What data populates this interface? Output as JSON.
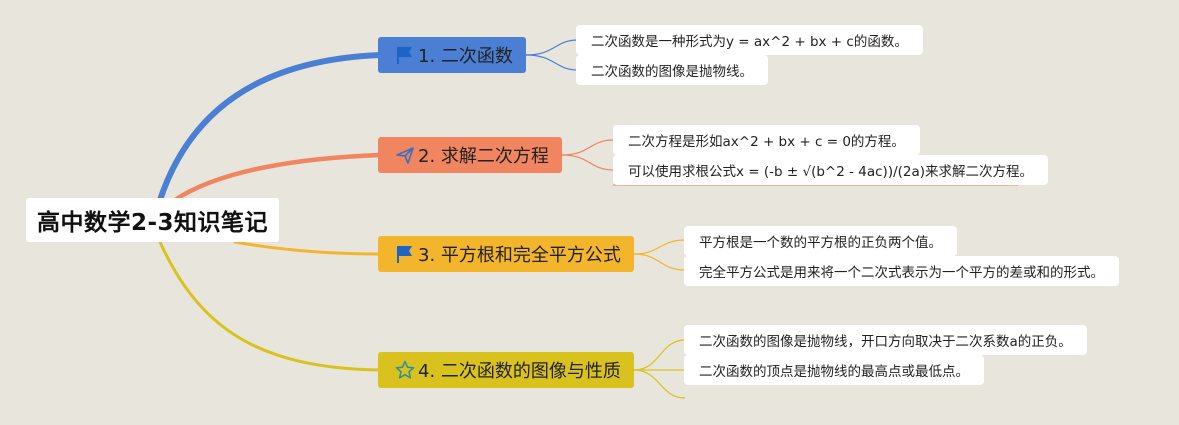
{
  "root": {
    "label": "高中数学2-3知识笔记"
  },
  "colors": {
    "background": "#e8e5dd",
    "branch1": "#4a7fd4",
    "branch2": "#f08560",
    "branch3": "#f3b52b",
    "branch4": "#d9c21e"
  },
  "branches": [
    {
      "label": "1. 二次函数",
      "icon": "flag-icon",
      "color": "#4a7fd4",
      "leaves": [
        "二次函数是一种形式为y = ax^2 + bx + c的函数。",
        "二次函数的图像是抛物线。"
      ]
    },
    {
      "label": "2. 求解二次方程",
      "icon": "paper-plane-icon",
      "color": "#f08560",
      "leaves": [
        "二次方程是形如ax^2 + bx + c = 0的方程。",
        "可以使用求根公式x = (-b ± √(b^2 - 4ac))/(2a)来求解二次方程。"
      ]
    },
    {
      "label": "3. 平方根和完全平方公式",
      "icon": "flag-icon",
      "color": "#f3b52b",
      "leaves": [
        "平方根是一个数的平方根的正负两个值。",
        "完全平方公式是用来将一个二次式表示为一个平方的差或和的形式。"
      ]
    },
    {
      "label": "4. 二次函数的图像与性质",
      "icon": "star-icon",
      "color": "#d9c21e",
      "leaves": [
        "二次函数的图像是抛物线，开口方向取决于二次系数a的正负。",
        "二次函数的顶点是抛物线的最高点或最低点。"
      ]
    }
  ]
}
